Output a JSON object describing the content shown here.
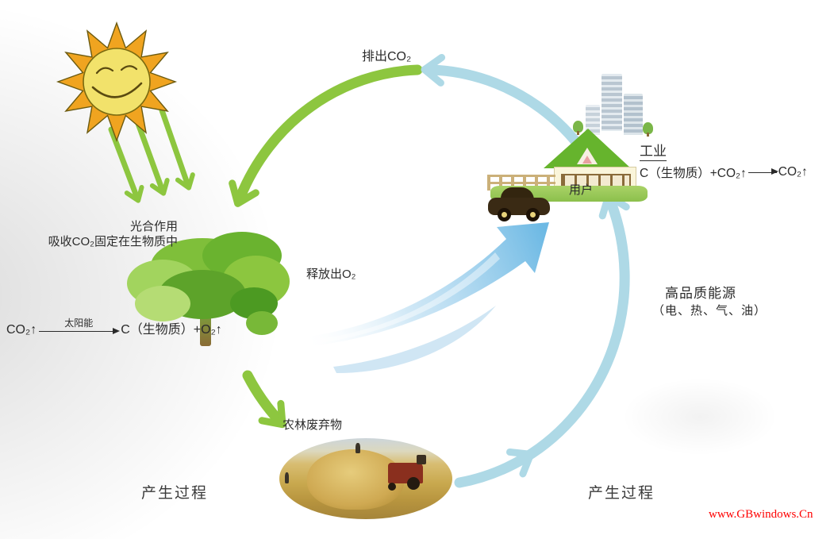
{
  "diagram": {
    "top_label": "排出CO₂",
    "photosynthesis": {
      "line1": "光合作用",
      "line2": "吸收CO₂固定在生物质中"
    },
    "release_o2": "释放出O₂",
    "industry": {
      "title": "工业",
      "formula_lhs": "C（生物质）+CO₂↑",
      "formula_rhs": "CO₂↑"
    },
    "user_label": "用户",
    "energy": {
      "title": "高品质能源",
      "subtitle": "（电、热、气、油）"
    },
    "fixation_formula": {
      "lhs": "CO₂↑",
      "condition": "太阳能",
      "rhs": "C（生物质）+O₂↑"
    },
    "waste_label": "农林废弃物",
    "process_left": "产生过程",
    "process_right": "产生过程"
  },
  "watermark": "www.GBwindows.Cn",
  "colors": {
    "cycle_green": "#8dc63f",
    "cycle_cyan": "#aed9e6",
    "energy_arrow_blue": "#6db9e4",
    "sun_orange": "#f0a420",
    "roof_green": "#66b42d",
    "watermark_red": "#fe0000"
  }
}
